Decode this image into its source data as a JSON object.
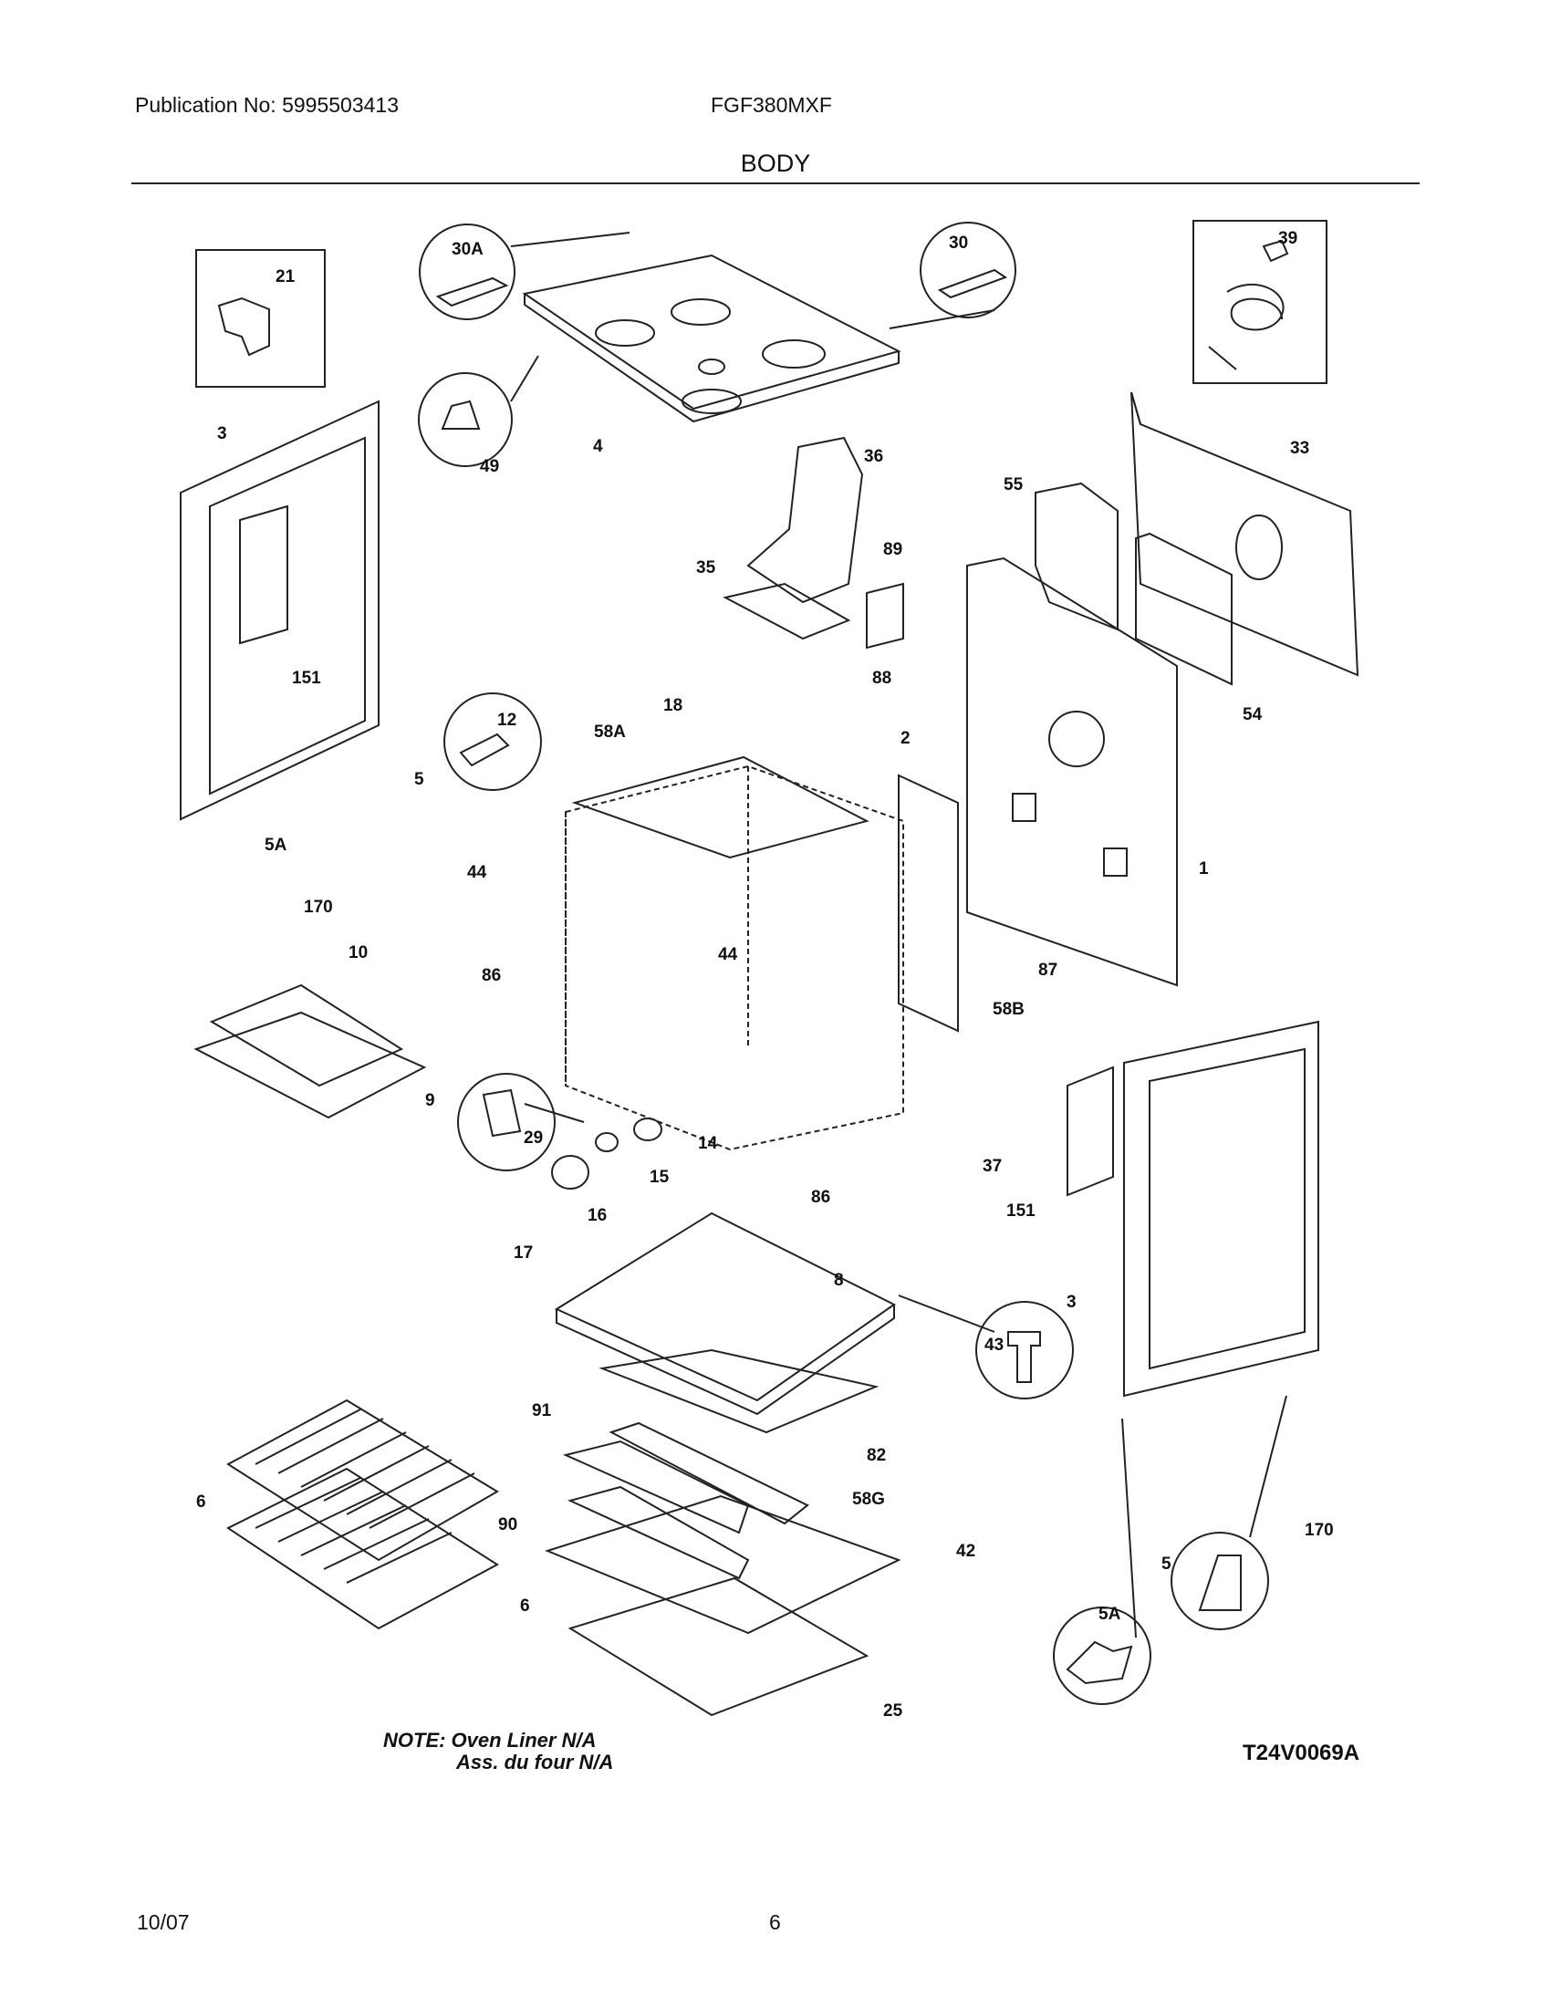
{
  "header": {
    "publication": "Publication No: 5995503413",
    "model": "FGF380MXF",
    "section": "BODY"
  },
  "parts": {
    "p21": "21",
    "p30A": "30A",
    "p30": "30",
    "p39": "39",
    "p3_left": "3",
    "p4": "4",
    "p49": "49",
    "p36": "36",
    "p33": "33",
    "p55": "55",
    "p35": "35",
    "p89": "89",
    "p88": "88",
    "p151_left": "151",
    "p54": "54",
    "p12": "12",
    "p18": "18",
    "p58A": "58A",
    "p2": "2",
    "p5_left": "5",
    "p5A_left": "5A",
    "p44_a": "44",
    "p1": "1",
    "p170_left": "170",
    "p87": "87",
    "p10": "10",
    "p86_left": "86",
    "p44_b": "44",
    "p58B": "58B",
    "p9": "9",
    "p29": "29",
    "p14": "14",
    "p15": "15",
    "p37": "37",
    "p86_right": "86",
    "p16": "16",
    "p151_right": "151",
    "p17": "17",
    "p8": "8",
    "p3_right": "3",
    "p43": "43",
    "p91": "91",
    "p82": "82",
    "p6_top": "6",
    "p58G": "58G",
    "p90": "90",
    "p42": "42",
    "p170_right": "170",
    "p5_right": "5",
    "p6_bottom": "6",
    "p5A_right": "5A",
    "p25": "25"
  },
  "note": {
    "line1": "NOTE: Oven Liner N/A",
    "line2": "Ass. du four N/A"
  },
  "diagram_code": "T24V0069A",
  "footer": {
    "date": "10/07",
    "page": "6"
  }
}
